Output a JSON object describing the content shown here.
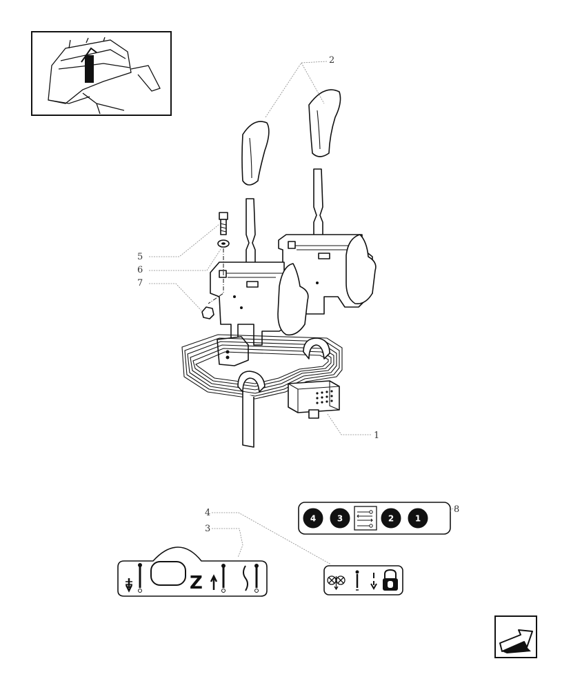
{
  "callouts": [
    {
      "id": "1",
      "label": "1"
    },
    {
      "id": "2",
      "label": "2"
    },
    {
      "id": "3",
      "label": "3"
    },
    {
      "id": "4",
      "label": "4"
    },
    {
      "id": "5",
      "label": "5"
    },
    {
      "id": "6",
      "label": "6"
    },
    {
      "id": "7",
      "label": "7"
    },
    {
      "id": "8",
      "label": "8"
    }
  ],
  "decal_8": {
    "positions": [
      "4",
      "3",
      "2",
      "1"
    ]
  },
  "decal_3": {
    "letter": "Z"
  },
  "icons": [
    "location-thumbnail",
    "hand-lever-knob",
    "lever-bracket",
    "bolt",
    "washer",
    "nut",
    "wiring-harness",
    "connector",
    "next-page-arrow-icon"
  ],
  "colors": {
    "ink": "#111111",
    "leader": "#888888",
    "background": "#ffffff"
  }
}
